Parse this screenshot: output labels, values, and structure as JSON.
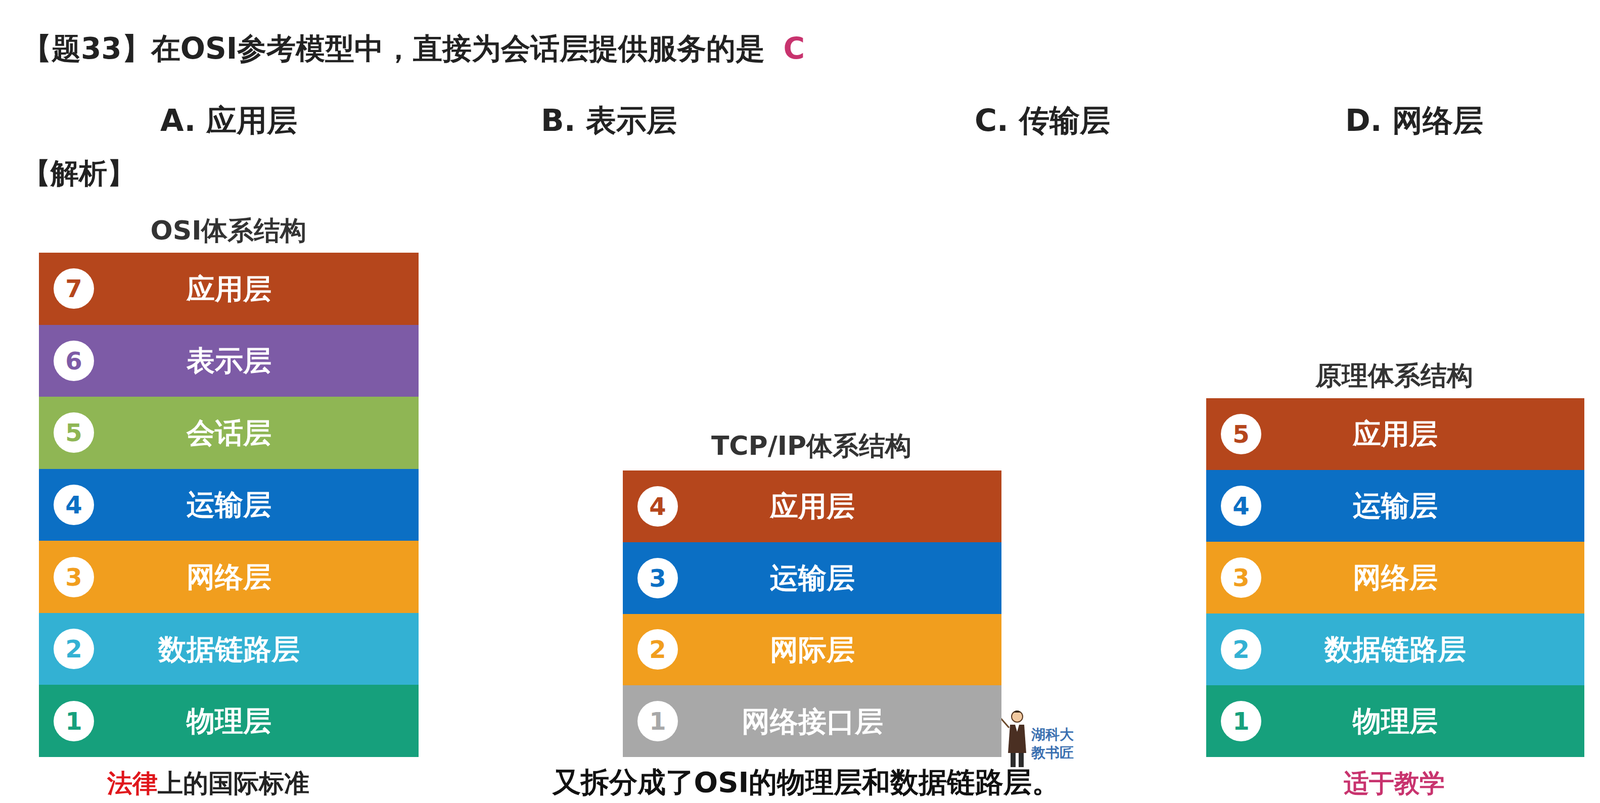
{
  "diagram": {
    "title": "【题33】在OSI参考模型中，直接为会话层提供服务的是",
    "nodes": [
      {
        "text": [
          "应用层"
        ]
      },
      {
        "text": [
          "7"
        ],
        "in": 0
      },
      {
        "text": [
          "表示层"
        ]
      },
      {
        "text": [
          "6"
        ],
        "in": 2
      },
      {
        "text": [
          "会话层"
        ]
      },
      {
        "text": [
          "5"
        ],
        "in": 4
      },
      {
        "text": [
          "运输层"
        ]
      },
      {
        "text": [
          "4"
        ],
        "in": 6
      },
      {
        "text": [
          "网络层"
        ]
      },
      {
        "text": [
          "3"
        ],
        "in": 8
      },
      {
        "text": [
          "数据链路层"
        ]
      },
      {
        "text": [
          "2"
        ],
        "in": 10
      },
      {
        "text": [
          "物理层"
        ]
      },
      {
        "text": [
          "1"
        ],
        "in": 12
      },
      {
        "text": [
          "应用层"
        ]
      },
      {
        "text": [
          "4"
        ],
        "in": 14
      },
      {
        "text": [
          "运输层"
        ]
      },
      {
        "text": [
          "3"
        ],
        "in": 16
      },
      {
        "text": [
          "网际层"
        ]
      },
      {
        "text": [
          "2"
        ],
        "in": 18
      },
      {
        "text": [
          "网络接口层"
        ]
      },
      {
        "text": [
          "1"
        ],
        "in": 20
      },
      {
        "text": [
          "应用层"
        ]
      },
      {
        "text": [
          "5"
        ],
        "in": 22
      },
      {
        "text": [
          "运输层"
        ]
      },
      {
        "text": [
          "4"
        ],
        "in": 24
      },
      {
        "text": [
          "网络层"
        ]
      },
      {
        "text": [
          "3"
        ],
        "in": 26
      },
      {
        "text": [
          "数据链路层"
        ]
      },
      {
        "text": [
          "2"
        ],
        "in": 28
      },
      {
        "text": [
          "物理层"
        ]
      },
      {
        "text": [
          "1"
        ],
        "in": 30
      }
    ],
    "labels": [
      "C",
      "A. 应用层",
      "B. 表示层",
      "C. 传输层",
      "D. 网络层",
      "【解析】",
      "OSI体系结构",
      "TCP/IP体系结构",
      "原理体系结构",
      "法律",
      "上的国际标准",
      "又拆分成了OSI的物理层和数据链路层。",
      "适于教学",
      "湖科大",
      "教书匠"
    ]
  }
}
